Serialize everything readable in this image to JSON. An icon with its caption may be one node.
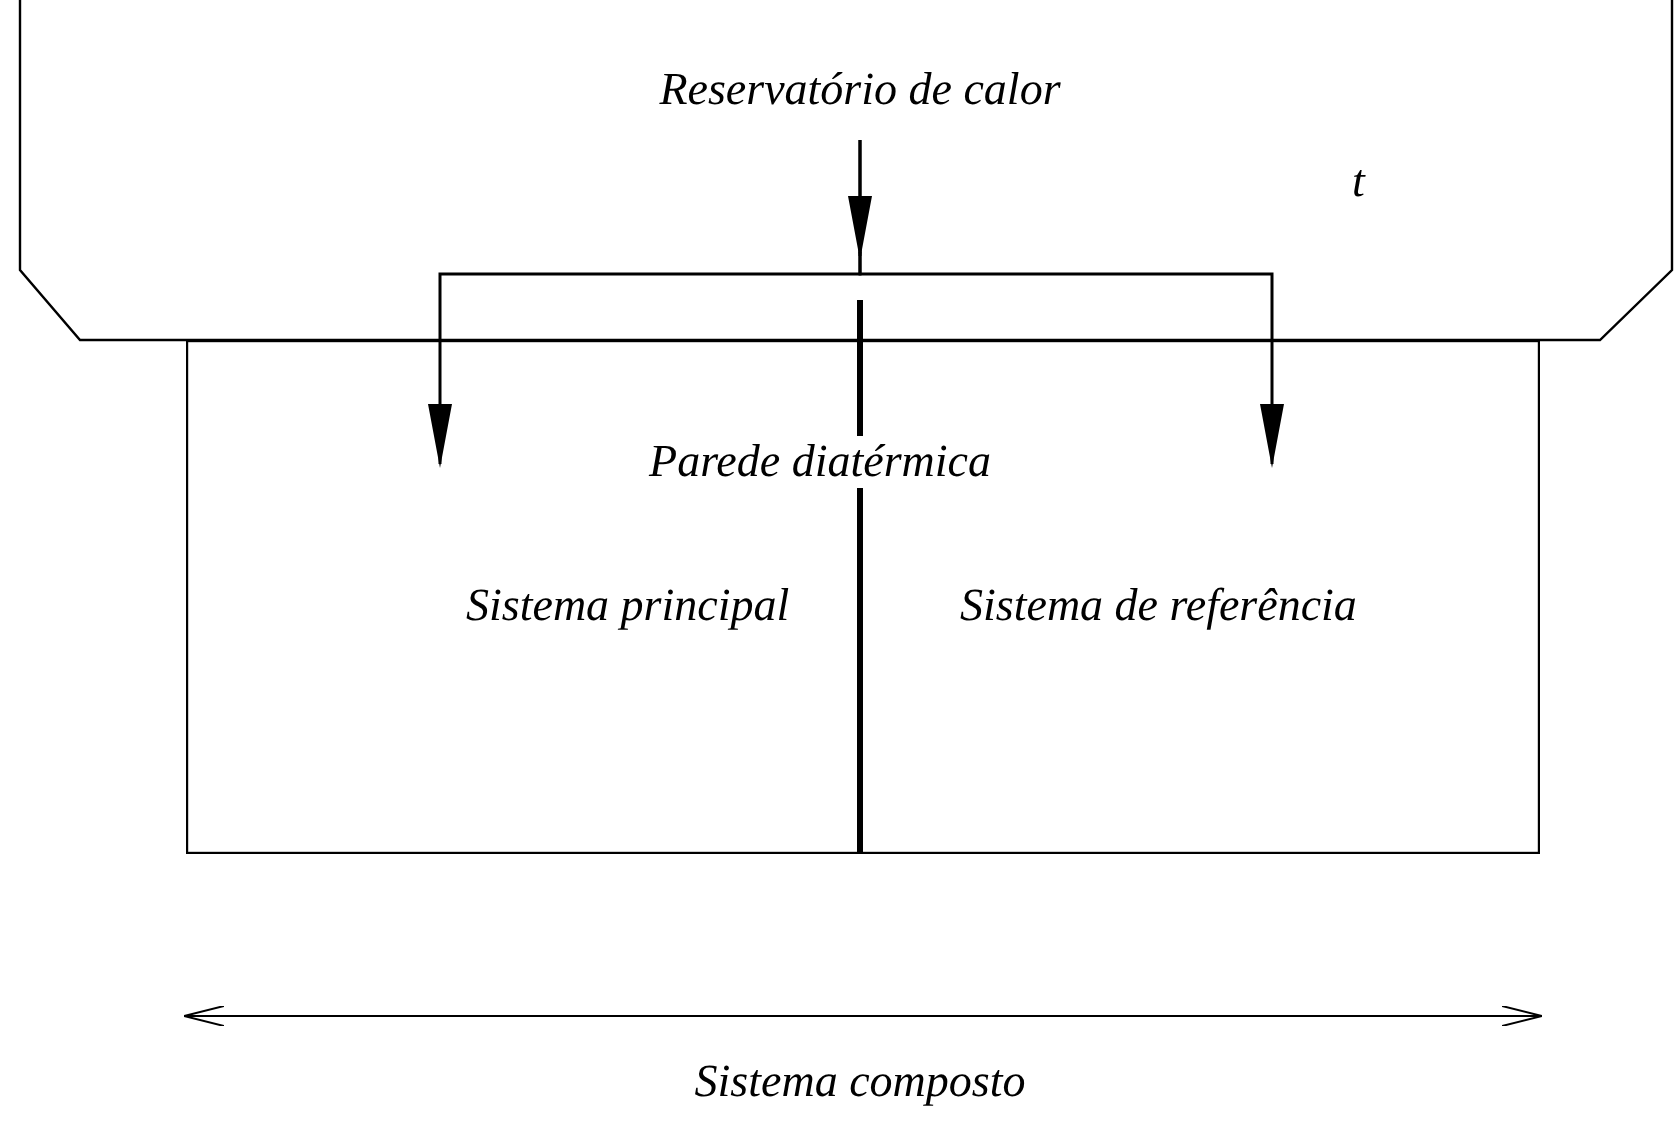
{
  "diagram": {
    "nodes": [
      {
        "text": [
          "Reservatório de calor",
          "t"
        ]
      },
      {
        "text": [
          "Sistema principal"
        ]
      },
      {
        "text": [
          "Sistema de referência"
        ]
      }
    ],
    "edges": [
      {
        "from": 0,
        "to": 1,
        "arrow": "to"
      },
      {
        "from": 0,
        "to": 2,
        "arrow": "to"
      }
    ],
    "labels": [
      "Parede diatérmica",
      "Sistema composto"
    ]
  }
}
